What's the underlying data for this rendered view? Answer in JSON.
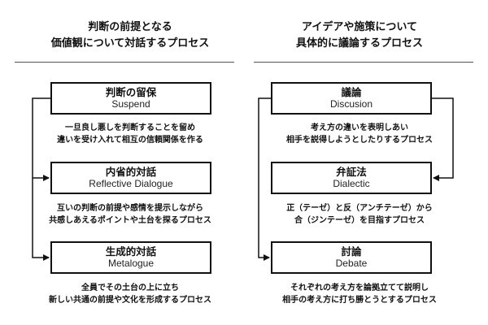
{
  "left": {
    "title_lines": [
      "判断の前提となる",
      "価値観について対話するプロセス"
    ],
    "steps": [
      {
        "jp": "判断の留保",
        "en": "Suspend",
        "desc": [
          "一旦良し悪しを判断することを留め",
          "違いを受け入れて相互の信頼関係を作る"
        ]
      },
      {
        "jp": "内省的対話",
        "en": "Reflective Dialogue",
        "desc": [
          "互いの判断の前提や感情を提示しながら",
          "共感しあえるポイントや土台を探るプロセス"
        ]
      },
      {
        "jp": "生成的対話",
        "en": "Metalogue",
        "desc": [
          "全員でその土台の上に立ち",
          "新しい共通の前提や文化を形成するプロセス"
        ]
      }
    ]
  },
  "right": {
    "title_lines": [
      "アイデアや施策について",
      "具体的に議論するプロセス"
    ],
    "steps": [
      {
        "jp": "議論",
        "en": "Discusion",
        "desc": [
          "考え方の違いを表明しあい",
          "相手を説得しようとしたりするプロセス"
        ]
      },
      {
        "jp": "弁証法",
        "en": "Dialectic",
        "desc": [
          "正（テーゼ）と反（アンチテーゼ）から",
          "合（ジンテーゼ）を目指すプロセス"
        ]
      },
      {
        "jp": "討論",
        "en": "Debate",
        "desc": [
          "それぞれの考え方を論拠立てて説明し",
          "相手の考え方に打ち勝とうとするプロセス"
        ]
      }
    ]
  },
  "colors": {
    "line": "#111111",
    "divider": "#555555"
  }
}
